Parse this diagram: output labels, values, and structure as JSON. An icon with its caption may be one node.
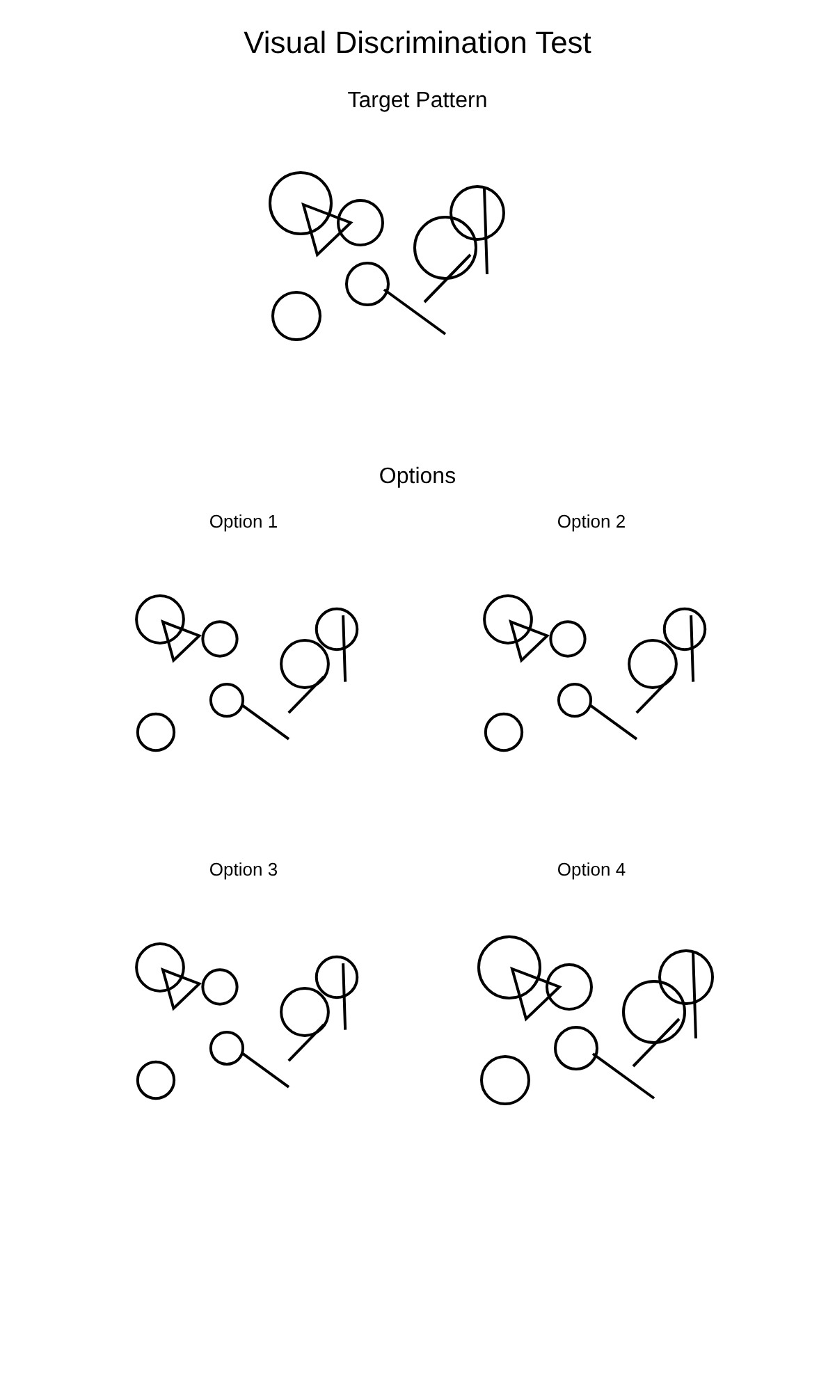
{
  "diagram": {
    "title": "Visual Discrimination Test",
    "labels": [
      "Target Pattern",
      "Options",
      "Option 1",
      "Option 2",
      "Option 3",
      "Option 4"
    ]
  }
}
